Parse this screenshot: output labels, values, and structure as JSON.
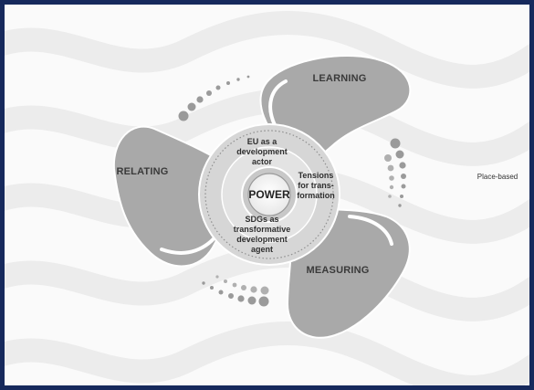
{
  "diagram": {
    "blades": {
      "learning": "LEARNING",
      "relating": "RELATING",
      "measuring": "MEASURING"
    },
    "center": "POWER",
    "inner": {
      "eu": [
        "EU as a",
        "development",
        "actor"
      ],
      "tensions": [
        "Tensions",
        "for trans-",
        "formation"
      ],
      "sdgs": [
        "SDGs as",
        "transformative",
        "development",
        "agent"
      ]
    },
    "side_label": "Place-based",
    "colors": {
      "frame": "#16295c",
      "blade": "#a9a9a9",
      "wave": "#ececec",
      "dots": "#9a9a9a"
    }
  }
}
